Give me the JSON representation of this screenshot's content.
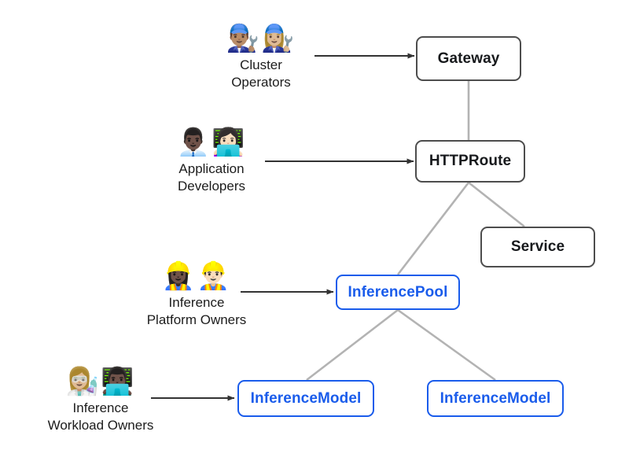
{
  "diagram": {
    "title": "Gateway API Inference Extension resource model",
    "background": "#ffffff",
    "accent_color": "#1a5ceb",
    "node_border_color": "#4d4d4d",
    "edge_color": "#b3b3b3",
    "arrow_color": "#333333"
  },
  "nodes": [
    {
      "id": "gateway",
      "label": "Gateway",
      "style": "default"
    },
    {
      "id": "httproute",
      "label": "HTTPRoute",
      "style": "default"
    },
    {
      "id": "service",
      "label": "Service",
      "style": "default"
    },
    {
      "id": "inferencepool",
      "label": "InferencePool",
      "style": "accent"
    },
    {
      "id": "inferencemodel-left",
      "label": "InferenceModel",
      "style": "accent"
    },
    {
      "id": "inferencemodel-right",
      "label": "InferenceModel",
      "style": "accent"
    }
  ],
  "personas": [
    {
      "id": "cluster-operators",
      "emojis": "👨🏽‍🔧👩🏼‍🔧",
      "emoji_names": [
        "man-mechanic-icon",
        "woman-mechanic-icon"
      ],
      "label": "Cluster\nOperators",
      "target": "gateway"
    },
    {
      "id": "application-developers",
      "emojis": "👨🏿‍💼👩🏻‍💻",
      "emoji_names": [
        "man-office-worker-icon",
        "woman-technologist-icon"
      ],
      "label": "Application\nDevelopers",
      "target": "httproute"
    },
    {
      "id": "inference-platform-owners",
      "emojis": "👷🏿‍♀️👷🏻‍♂️",
      "emoji_names": [
        "woman-construction-worker-icon",
        "man-construction-worker-icon"
      ],
      "label": "Inference\nPlatform Owners",
      "target": "inferencepool"
    },
    {
      "id": "inference-workload-owners",
      "emojis": "👩🏼‍🔬👨🏿‍💻",
      "emoji_names": [
        "woman-scientist-icon",
        "man-technologist-icon"
      ],
      "label": "Inference\nWorkload Owners",
      "target": "inferencemodel-left"
    }
  ],
  "edges": [
    {
      "id": "gateway-to-httproute",
      "from": "gateway",
      "to": "httproute",
      "kind": "link"
    },
    {
      "id": "httproute-to-inferencepool",
      "from": "httproute",
      "to": "inferencepool",
      "kind": "link"
    },
    {
      "id": "httproute-to-service",
      "from": "httproute",
      "to": "service",
      "kind": "link"
    },
    {
      "id": "inferencepool-to-inferencemodel-left",
      "from": "inferencepool",
      "to": "inferencemodel-left",
      "kind": "link"
    },
    {
      "id": "inferencepool-to-inferencemodel-right",
      "from": "inferencepool",
      "to": "inferencemodel-right",
      "kind": "link"
    },
    {
      "id": "cluster-operators-arrow",
      "from": "cluster-operators",
      "to": "gateway",
      "kind": "arrow"
    },
    {
      "id": "application-developers-arrow",
      "from": "application-developers",
      "to": "httproute",
      "kind": "arrow"
    },
    {
      "id": "inference-platform-owners-arrow",
      "from": "inference-platform-owners",
      "to": "inferencepool",
      "kind": "arrow"
    },
    {
      "id": "inference-workload-owners-arrow",
      "from": "inference-workload-owners",
      "to": "inferencemodel-left",
      "kind": "arrow"
    }
  ]
}
